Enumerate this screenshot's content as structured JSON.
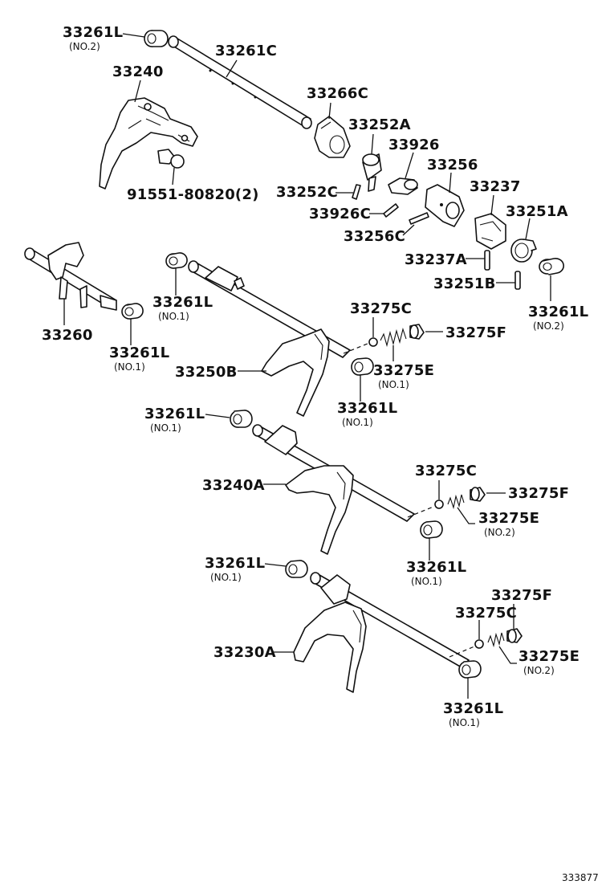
{
  "diagram": {
    "reference_number": "333877",
    "labels": {
      "p33261L_top": "33261L",
      "p33261L_top_note": "(NO.2)",
      "p33261C": "33261C",
      "p33240": "33240",
      "p33266C": "33266C",
      "p33252A": "33252A",
      "p33926": "33926",
      "p33256": "33256",
      "p33237": "33237",
      "p33251A": "33251A",
      "p91551": "91551-80820(2)",
      "p33252C": "33252C",
      "p33926C": "33926C",
      "p33256C": "33256C",
      "p33237A": "33237A",
      "p33251B": "33251B",
      "p33261L_r1": "33261L",
      "p33261L_r1_note": "(NO.2)",
      "p33260": "33260",
      "p33261L_a": "33261L",
      "p33261L_a_note": "(NO.1)",
      "p33261L_b": "33261L",
      "p33261L_b_note": "(NO.1)",
      "p33275C_1": "33275C",
      "p33275F_1": "33275F",
      "p33250B": "33250B",
      "p33275E_1": "33275E",
      "p33275E_1_note": "(NO.1)",
      "p33261L_c": "33261L",
      "p33261L_c_note": "(NO.1)",
      "p33261L_d": "33261L",
      "p33261L_d_note": "(NO.1)",
      "p33275C_2": "33275C",
      "p33240A": "33240A",
      "p33275F_2": "33275F",
      "p33275E_2": "33275E",
      "p33275E_2_note": "(NO.2)",
      "p33261L_e": "33261L",
      "p33261L_e_note": "(NO.1)",
      "p33261L_f": "33261L",
      "p33261L_f_note": "(NO.1)",
      "p33275F_3": "33275F",
      "p33275C_3": "33275C",
      "p33230A": "33230A",
      "p33275E_3": "33275E",
      "p33275E_3_note": "(NO.2)",
      "p33261L_g": "33261L",
      "p33261L_g_note": "(NO.1)"
    }
  }
}
